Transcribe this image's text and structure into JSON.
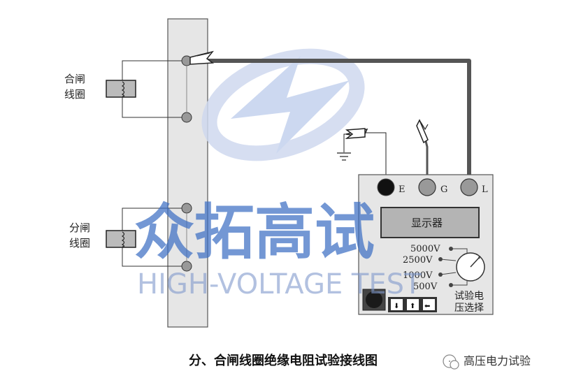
{
  "coils": {
    "closing": {
      "label_line1": "合闸",
      "label_line2": "线圈"
    },
    "opening": {
      "label_line1": "分闸",
      "label_line2": "线圈"
    }
  },
  "meter": {
    "terminals": {
      "e": "E",
      "g": "G",
      "l": "L"
    },
    "display_label": "显示器",
    "voltages": [
      "5000V",
      "2500V",
      "1000V",
      "500V"
    ],
    "selector_label_line1": "试验电",
    "selector_label_line2": "压选择"
  },
  "watermark": {
    "brand_cn": "众拓高试",
    "brand_en": "HIGH-VOLTAGE TEST"
  },
  "caption": "分、合闸线圈绝缘电阻试验接线图",
  "account": {
    "name": "高压电力试验"
  },
  "colors": {
    "cable": "#555555",
    "panel": "#e6e6e6",
    "terminal": "#999999",
    "display": "#b4b4b4",
    "coil": "#bbbbbb",
    "watermark_blue": "#3d6fc4",
    "watermark_light": "#cfd9ef"
  }
}
